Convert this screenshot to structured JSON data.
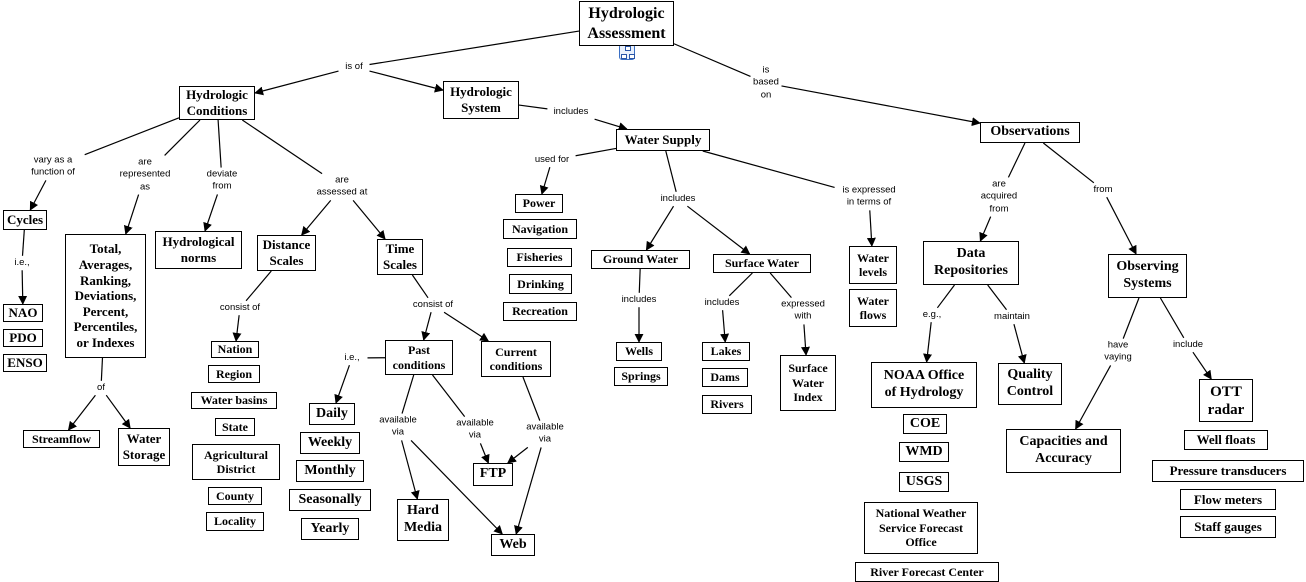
{
  "nodes": [
    {
      "id": "hydro_assess",
      "label": "Hydrologic\nAssessment"
    },
    {
      "id": "hydro_cond",
      "label": "Hydrologic\nConditions"
    },
    {
      "id": "hydro_sys",
      "label": "Hydrologic\nSystem"
    },
    {
      "id": "observations",
      "label": "Observations"
    },
    {
      "id": "water_supply",
      "label": "Water Supply"
    },
    {
      "id": "cycles",
      "label": "Cycles"
    },
    {
      "id": "nao",
      "label": "NAO"
    },
    {
      "id": "pdo",
      "label": "PDO"
    },
    {
      "id": "enso",
      "label": "ENSO"
    },
    {
      "id": "totals",
      "label": "Total,\nAverages,\nRanking,\nDeviations,\nPercent,\nPercentiles,\nor Indexes"
    },
    {
      "id": "streamflow",
      "label": "Streamflow"
    },
    {
      "id": "water_storage",
      "label": "Water\nStorage"
    },
    {
      "id": "hydro_norms",
      "label": "Hydrological\nnorms"
    },
    {
      "id": "distance_scales",
      "label": "Distance\nScales"
    },
    {
      "id": "time_scales",
      "label": "Time\nScales"
    },
    {
      "id": "nation",
      "label": "Nation"
    },
    {
      "id": "region",
      "label": "Region"
    },
    {
      "id": "water_basins",
      "label": "Water basins"
    },
    {
      "id": "state",
      "label": "State"
    },
    {
      "id": "ag_district",
      "label": "Agricultural\nDistrict"
    },
    {
      "id": "county",
      "label": "County"
    },
    {
      "id": "locality",
      "label": "Locality"
    },
    {
      "id": "past_cond",
      "label": "Past\nconditions"
    },
    {
      "id": "current_cond",
      "label": "Current\nconditions"
    },
    {
      "id": "daily",
      "label": "Daily"
    },
    {
      "id": "weekly",
      "label": "Weekly"
    },
    {
      "id": "monthly",
      "label": "Monthly"
    },
    {
      "id": "seasonally",
      "label": "Seasonally"
    },
    {
      "id": "yearly",
      "label": "Yearly"
    },
    {
      "id": "hard_media",
      "label": "Hard\nMedia"
    },
    {
      "id": "ftp",
      "label": "FTP"
    },
    {
      "id": "web",
      "label": "Web"
    },
    {
      "id": "power",
      "label": "Power"
    },
    {
      "id": "navigation",
      "label": "Navigation"
    },
    {
      "id": "fisheries",
      "label": "Fisheries"
    },
    {
      "id": "drinking",
      "label": "Drinking"
    },
    {
      "id": "recreation",
      "label": "Recreation"
    },
    {
      "id": "ground_water",
      "label": "Ground Water"
    },
    {
      "id": "surface_water",
      "label": "Surface Water"
    },
    {
      "id": "wells",
      "label": "Wells"
    },
    {
      "id": "springs",
      "label": "Springs"
    },
    {
      "id": "lakes",
      "label": "Lakes"
    },
    {
      "id": "dams",
      "label": "Dams"
    },
    {
      "id": "rivers",
      "label": "Rivers"
    },
    {
      "id": "swi",
      "label": "Surface\nWater\nIndex"
    },
    {
      "id": "water_levels",
      "label": "Water\nlevels"
    },
    {
      "id": "water_flows",
      "label": "Water\nflows"
    },
    {
      "id": "data_repos",
      "label": "Data\nRepositories"
    },
    {
      "id": "observing_sys",
      "label": "Observing\nSystems"
    },
    {
      "id": "noaa_ohd",
      "label": "NOAA Office\nof Hydrology"
    },
    {
      "id": "coe",
      "label": "COE"
    },
    {
      "id": "wmd",
      "label": "WMD"
    },
    {
      "id": "usgs",
      "label": "USGS"
    },
    {
      "id": "nws_wfo",
      "label": "National Weather\nService Forecast\nOffice"
    },
    {
      "id": "rfc",
      "label": "River Forecast Center"
    },
    {
      "id": "quality_control",
      "label": "Quality\nControl"
    },
    {
      "id": "capacities",
      "label": "Capacities and\nAccuracy"
    },
    {
      "id": "ott_radar",
      "label": "OTT\nradar"
    },
    {
      "id": "well_floats",
      "label": "Well floats"
    },
    {
      "id": "pressure_trans",
      "label": "Pressure transducers"
    },
    {
      "id": "flow_meters",
      "label": "Flow meters"
    },
    {
      "id": "staff_gauges",
      "label": "Staff gauges"
    }
  ],
  "linking_phrases": [
    {
      "id": "is_of",
      "label": "is of"
    },
    {
      "id": "is_based_on",
      "label": "is\nbased\non"
    },
    {
      "id": "includes_sys",
      "label": "includes"
    },
    {
      "id": "vary",
      "label": "vary as a\nfunction of"
    },
    {
      "id": "ie_cycles",
      "label": "i.e.,"
    },
    {
      "id": "represented",
      "label": "are\nrepresented\nas"
    },
    {
      "id": "of",
      "label": "of"
    },
    {
      "id": "deviate",
      "label": "deviate\nfrom"
    },
    {
      "id": "assessed",
      "label": "are\nassessed at"
    },
    {
      "id": "consist_dist",
      "label": "consist of"
    },
    {
      "id": "consist_time",
      "label": "consist of"
    },
    {
      "id": "ie_past",
      "label": "i.e.,"
    },
    {
      "id": "avail_1",
      "label": "available\nvia"
    },
    {
      "id": "avail_2",
      "label": "available\nvia"
    },
    {
      "id": "avail_3",
      "label": "available\nvia"
    },
    {
      "id": "used_for",
      "label": "used for"
    },
    {
      "id": "includes_ws",
      "label": "includes"
    },
    {
      "id": "expressed_terms",
      "label": "is expressed\nin terms of"
    },
    {
      "id": "includes_gw",
      "label": "includes"
    },
    {
      "id": "includes_sw",
      "label": "includes"
    },
    {
      "id": "expressed_with",
      "label": "expressed\nwith"
    },
    {
      "id": "acquired",
      "label": "are\nacquired\nfrom"
    },
    {
      "id": "from",
      "label": "from"
    },
    {
      "id": "eg",
      "label": "e.g.,"
    },
    {
      "id": "maintain",
      "label": "maintain"
    },
    {
      "id": "have_vaying",
      "label": "have\nvaying"
    },
    {
      "id": "include_obs",
      "label": "include"
    }
  ]
}
